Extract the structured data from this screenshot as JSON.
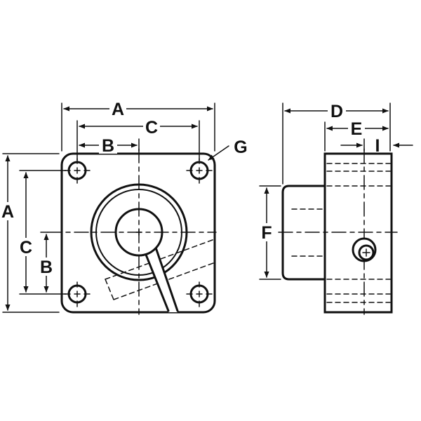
{
  "colors": {
    "ink": "#111111",
    "background": "#ffffff"
  },
  "labels": {
    "front_A_top": "A",
    "front_C_top": "C",
    "front_B_top": "B",
    "front_G": "G",
    "front_A_left": "A",
    "front_C_left": "C",
    "front_B_left": "B",
    "side_D": "D",
    "side_E": "E",
    "side_I": "I",
    "side_F": "F"
  }
}
